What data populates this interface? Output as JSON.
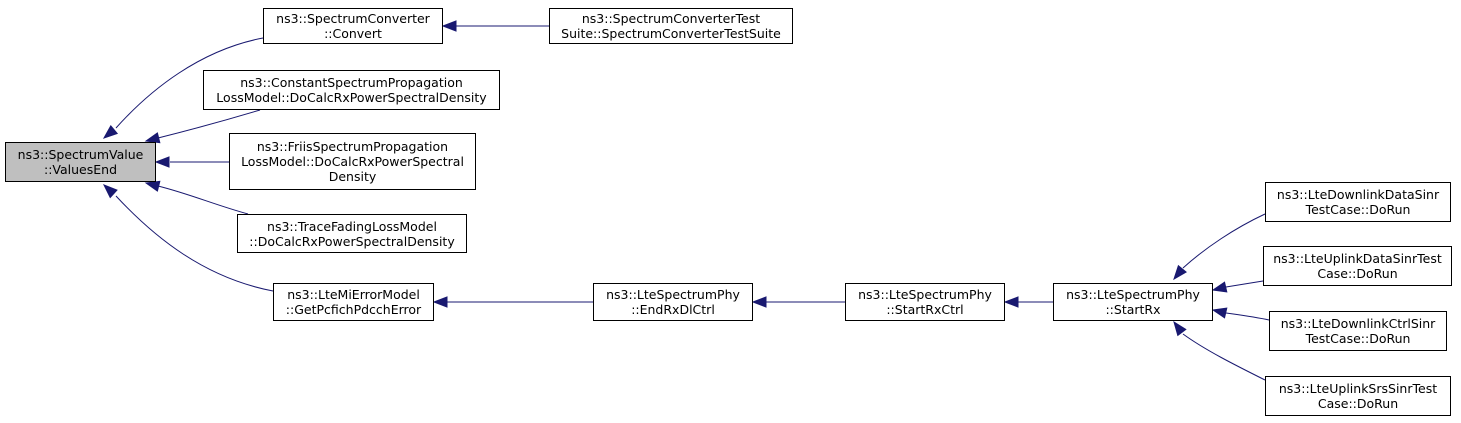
{
  "colors": {
    "edge": "#191970",
    "border": "#000000",
    "root_fill": "#bfbfbf",
    "node_fill": "#ffffff"
  },
  "nodes": [
    {
      "id": "root",
      "lines": [
        "ns3::SpectrumValue",
        "::ValuesEnd"
      ]
    },
    {
      "id": "converter-convert",
      "lines": [
        "ns3::SpectrumConverter",
        "::Convert"
      ]
    },
    {
      "id": "converter-testsuite",
      "lines": [
        "ns3::SpectrumConverterTest",
        "Suite::SpectrumConverterTestSuite"
      ]
    },
    {
      "id": "constant-prop",
      "lines": [
        "ns3::ConstantSpectrumPropagation",
        "LossModel::DoCalcRxPowerSpectralDensity"
      ]
    },
    {
      "id": "friis-prop",
      "lines": [
        "ns3::FriisSpectrumPropagation",
        "LossModel::DoCalcRxPowerSpectral",
        "Density"
      ]
    },
    {
      "id": "trace-fading",
      "lines": [
        "ns3::TraceFadingLossModel",
        "::DoCalcRxPowerSpectralDensity"
      ]
    },
    {
      "id": "mi-error",
      "lines": [
        "ns3::LteMiErrorModel",
        "::GetPcfichPdcchError"
      ]
    },
    {
      "id": "end-rx-dl-ctrl",
      "lines": [
        "ns3::LteSpectrumPhy",
        "::EndRxDlCtrl"
      ]
    },
    {
      "id": "start-rx-ctrl",
      "lines": [
        "ns3::LteSpectrumPhy",
        "::StartRxCtrl"
      ]
    },
    {
      "id": "start-rx",
      "lines": [
        "ns3::LteSpectrumPhy",
        "::StartRx"
      ]
    },
    {
      "id": "dl-data-sinr",
      "lines": [
        "ns3::LteDownlinkDataSinr",
        "TestCase::DoRun"
      ]
    },
    {
      "id": "ul-data-sinr",
      "lines": [
        "ns3::LteUplinkDataSinrTest",
        "Case::DoRun"
      ]
    },
    {
      "id": "dl-ctrl-sinr",
      "lines": [
        "ns3::LteDownlinkCtrlSinr",
        "TestCase::DoRun"
      ]
    },
    {
      "id": "ul-srs-sinr",
      "lines": [
        "ns3::LteUplinkSrsSinrTest",
        "Case::DoRun"
      ]
    }
  ],
  "edges": [
    {
      "from": "converter-convert",
      "to": "root"
    },
    {
      "from": "constant-prop",
      "to": "root"
    },
    {
      "from": "friis-prop",
      "to": "root"
    },
    {
      "from": "trace-fading",
      "to": "root"
    },
    {
      "from": "mi-error",
      "to": "root"
    },
    {
      "from": "converter-testsuite",
      "to": "converter-convert"
    },
    {
      "from": "end-rx-dl-ctrl",
      "to": "mi-error"
    },
    {
      "from": "start-rx-ctrl",
      "to": "end-rx-dl-ctrl"
    },
    {
      "from": "start-rx",
      "to": "start-rx-ctrl"
    },
    {
      "from": "dl-data-sinr",
      "to": "start-rx"
    },
    {
      "from": "ul-data-sinr",
      "to": "start-rx"
    },
    {
      "from": "dl-ctrl-sinr",
      "to": "start-rx"
    },
    {
      "from": "ul-srs-sinr",
      "to": "start-rx"
    }
  ]
}
